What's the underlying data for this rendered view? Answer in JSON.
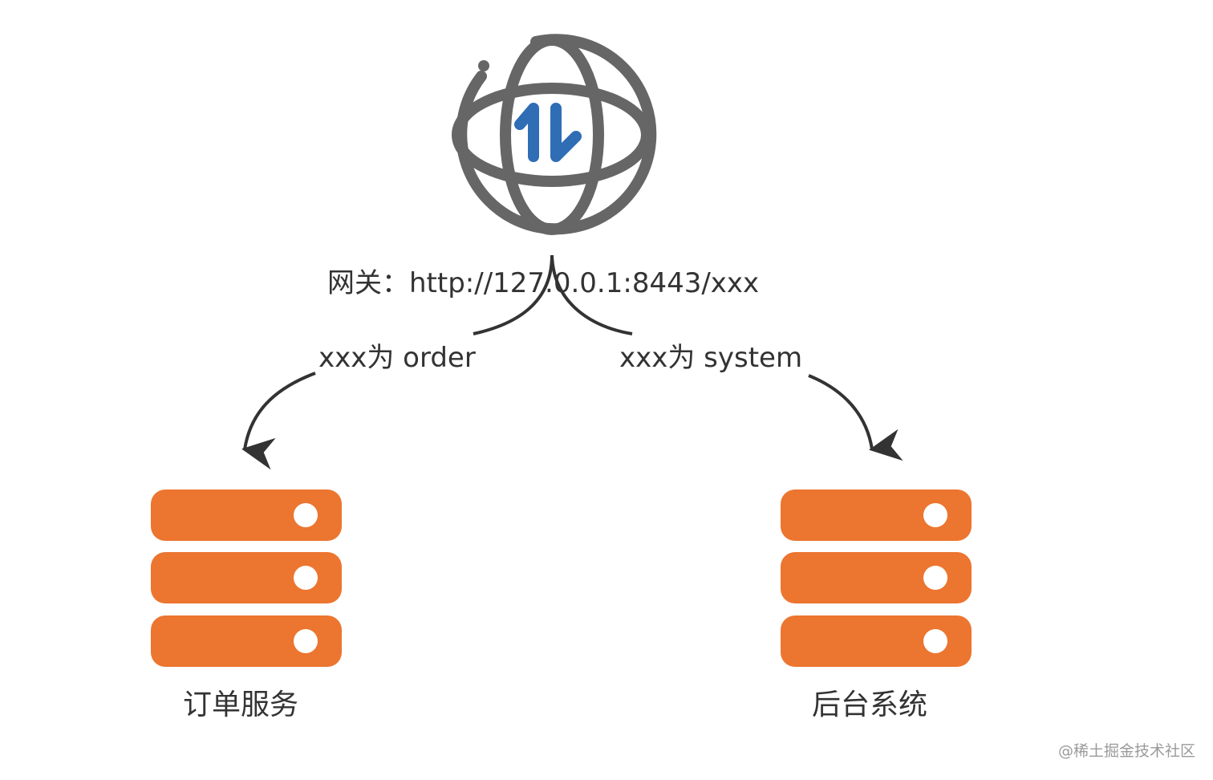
{
  "gateway": {
    "icon": "globe-transfer-icon",
    "label": "网关：http://127.0.0.1:8443/xxx",
    "icon_color": "#666666",
    "arrow_color": "#2f6db5"
  },
  "routes": {
    "left_label": "xxx为 order",
    "right_label": "xxx为 system",
    "line_color": "#333333"
  },
  "services": {
    "left_label": "订单服务",
    "right_label": "后台系统",
    "server_color": "#ec7530",
    "icon": "server-stack-icon"
  },
  "watermark": "@稀土掘金技术社区"
}
